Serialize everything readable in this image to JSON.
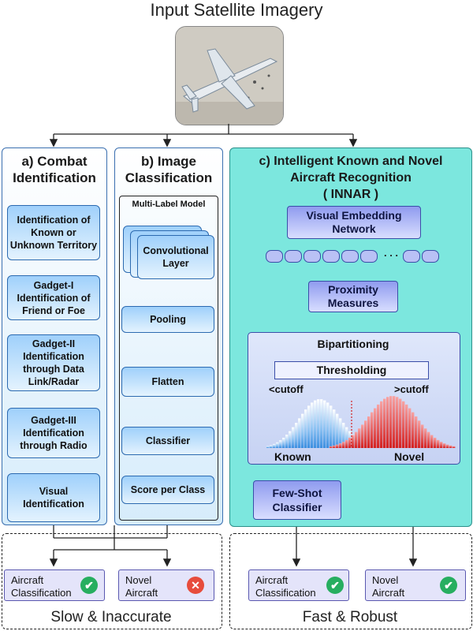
{
  "title": "Input Satellite Imagery",
  "columns": {
    "a": {
      "title_line1": "a) Combat",
      "title_line2": "Identification",
      "steps": [
        "Identification of Known or Unknown Territory",
        "Gadget-I Identification of Friend or Foe",
        "Gadget-II Identification through Data Link/Radar",
        "Gadget-III Identification through Radio",
        "Visual Identification"
      ]
    },
    "b": {
      "title_line1": "b) Image",
      "title_line2": "Classification",
      "model_label": "Multi-Label Model",
      "conv_label": "Convolutional Layer",
      "steps": [
        "Pooling",
        "Flatten",
        "Classifier",
        "Score per Class"
      ]
    },
    "c": {
      "title_line1": "c) Intelligent Known and Novel",
      "title_line2": "Aircraft Recognition",
      "title_line3": "( INNAR )",
      "embedding": "Visual Embedding Network",
      "dots": ". . .",
      "proximity": "Proximity Measures",
      "bipartitioning": "Bipartitioning",
      "thresholding": "Thresholding",
      "lt_cutoff": "<cutoff",
      "gt_cutoff": ">cutoff",
      "known": "Known",
      "novel": "Novel",
      "fewshot": "Few-Shot Classifier"
    }
  },
  "results": {
    "left": [
      {
        "label": "Aircraft Classification",
        "status": "check"
      },
      {
        "label": "Novel Aircraft",
        "status": "cross"
      }
    ],
    "right": [
      {
        "label": "Aircraft Classification",
        "status": "check"
      },
      {
        "label": "Novel Aircraft",
        "status": "check"
      }
    ]
  },
  "footer": {
    "left": "Slow & Inaccurate",
    "right": "Fast & Robust"
  },
  "colors": {
    "known": "#4a90e2",
    "novel": "#e03a3a",
    "check": "#27ae60",
    "cross": "#e74c3c"
  }
}
